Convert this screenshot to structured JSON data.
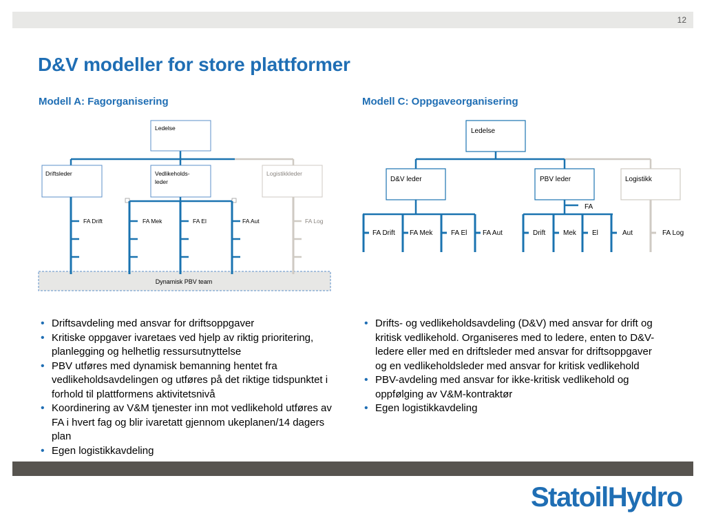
{
  "header": {
    "page_number": "12"
  },
  "title": "D&V modeller for store plattformer",
  "model_a": {
    "heading": "Modell A: Fagorganisering",
    "top_box": "Ledelse",
    "boxes": [
      "Driftsleder",
      "Vedlikeholds-",
      "leder",
      "Logistikkleder"
    ],
    "labels": [
      "FA Drift",
      "FA Mek",
      "FA El",
      "FA Aut",
      "FA Log"
    ],
    "team": "Dynamisk PBV team",
    "bullets": [
      "Driftsavdeling med ansvar for driftsoppgaver",
      "Kritiske oppgaver ivaretaes ved hjelp av riktig prioritering, planlegging og helhetlig ressursutnyttelse",
      "PBV utføres med dynamisk bemanning hentet fra vedlikeholdsavdelingen og utføres på det riktige tidspunktet i forhold til plattformens aktivitetsnivå",
      "Koordinering av V&M tjenester inn mot  vedlikehold utføres av FA i hvert fag og blir ivaretatt gjennom ukeplanen/14 dagers plan",
      "Egen logistikkavdeling"
    ]
  },
  "model_c": {
    "heading": "Modell C: Oppgaveorganisering",
    "top_box": "Ledelse",
    "boxes": [
      "D&V leder",
      "PBV leder",
      "Logistikk"
    ],
    "fa_label": "FA",
    "labels": [
      "FA Drift",
      "FA Mek",
      "FA El",
      "FA Aut",
      "Drift",
      "Mek",
      "El",
      "Aut",
      "FA Log"
    ],
    "bullets": [
      "Drifts- og vedlikeholdsavdeling (D&V) med ansvar for drift og kritisk vedlikehold. Organiseres med to ledere, enten to D&V-ledere eller med en driftsleder med ansvar for driftsoppgaver og en vedlikeholdsleder med ansvar for kritisk vedlikehold",
      "PBV-avdeling med ansvar for ikke-kritisk vedlikehold og oppfølging av V&M-kontraktør",
      "Egen logistikkavdeling"
    ]
  },
  "logo": "StatoilHydro",
  "colors": {
    "accent": "#1f6eb4",
    "line": "#1a73b0",
    "grey_line": "#cfcac3",
    "footer": "#57544f"
  }
}
